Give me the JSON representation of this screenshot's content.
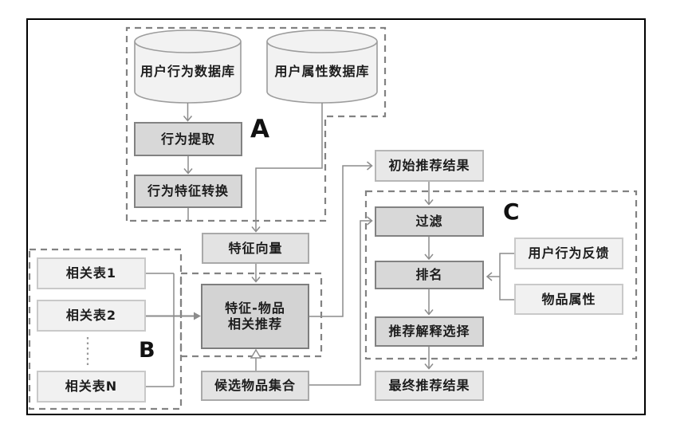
{
  "diagram": {
    "group_labels": {
      "a": "A",
      "b": "B",
      "c": "C"
    },
    "nodes": {
      "user_behavior_db": "用户行为数据库",
      "user_attribute_db": "用户属性数据库",
      "behavior_extraction": "行为提取",
      "behavior_feature_conversion": "行为特征转换",
      "feature_vector": "特征向量",
      "related_table_1": "相关表1",
      "related_table_2": "相关表2",
      "related_table_n": "相关表N",
      "feature_item_line1": "特征-物品",
      "feature_item_line2": "相关推荐",
      "candidate_item_set": "候选物品集合",
      "initial_recommendation_results": "初始推荐结果",
      "filter": "过滤",
      "ranking": "排名",
      "explanation_selection": "推荐解释选择",
      "final_recommendation_results": "最终推荐结果",
      "user_behavior_feedback": "用户行为反馈",
      "item_attributes": "物品属性"
    },
    "colors": {
      "frame": "#000000",
      "dashed_group_border": "#828282",
      "connector": "#8c8c8c",
      "process_box_fill": "#d8d8d8",
      "process_box_border": "#828282",
      "data_box_fill": "#e8e8e8",
      "data_box_border": "#b6b6b6",
      "input_box_fill": "#f1f1f1",
      "input_box_border": "#c9c9c9",
      "cylinder_fill": "#f2f2f2",
      "cylinder_border": "#9c9c9c",
      "text": "#1c1c1c"
    }
  }
}
